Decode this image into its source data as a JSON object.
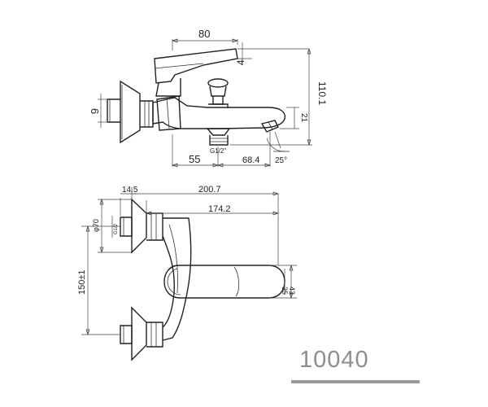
{
  "top_view": {
    "dim_80": "80",
    "dim_4": "4",
    "dim_110_1": "110.1",
    "dim_6": "6",
    "dim_21": "21",
    "thread_label": "G1/2\"",
    "dim_55": "55",
    "dim_68_4": "68.4",
    "dim_25deg": "25°"
  },
  "front_view": {
    "dim_14_5": "14.5",
    "dim_200_7": "200.7",
    "dim_174_2": "174.2",
    "dim_phi70": "φ70",
    "thread_label": "G1/2",
    "dim_150": "150±1",
    "dim_35": "35",
    "dim_43": "43"
  },
  "product_code": "10040"
}
